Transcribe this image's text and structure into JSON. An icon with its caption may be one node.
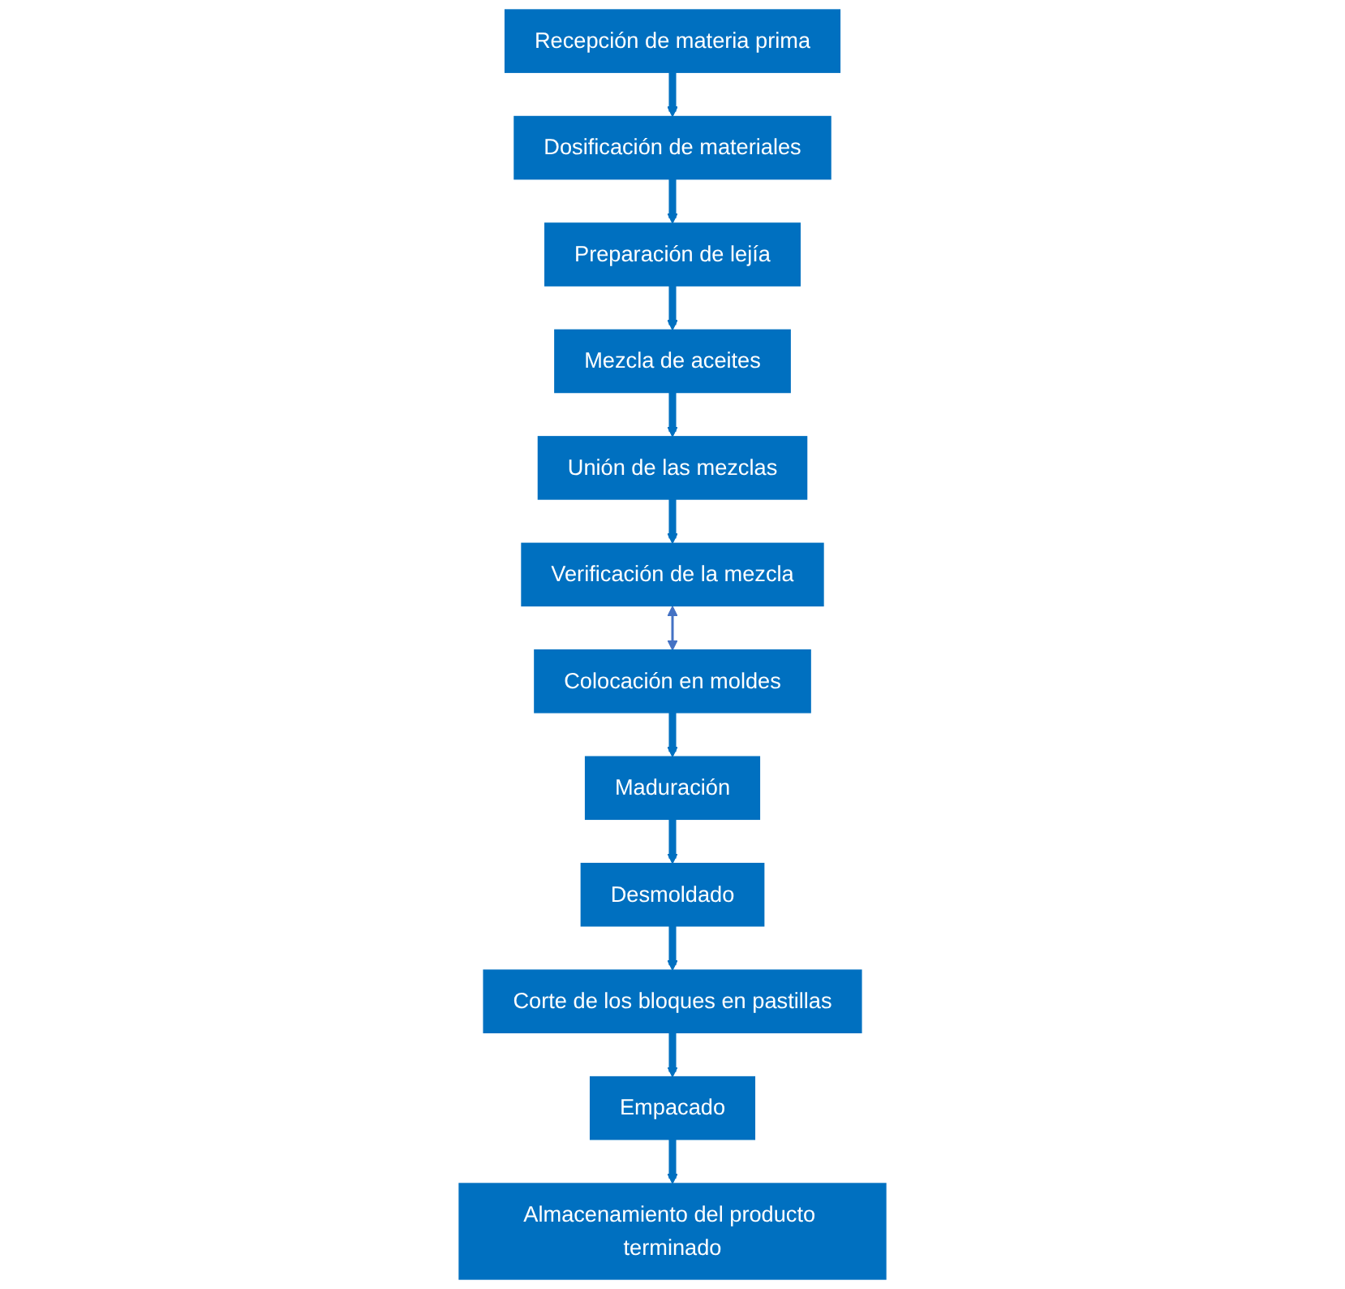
{
  "diagram": {
    "nodes": [
      {
        "text": [
          "Recepción de materia prima"
        ]
      },
      {
        "text": [
          "Dosificación de materiales"
        ]
      },
      {
        "text": [
          "Preparación de lejía"
        ]
      },
      {
        "text": [
          "Mezcla de aceites"
        ]
      },
      {
        "text": [
          "Unión de las mezclas"
        ]
      },
      {
        "text": [
          "Verificación de la mezcla"
        ]
      },
      {
        "text": [
          "Colocación en moldes"
        ]
      },
      {
        "text": [
          "Maduración"
        ]
      },
      {
        "text": [
          "Desmoldado"
        ]
      },
      {
        "text": [
          "Corte de los bloques en pastillas"
        ]
      },
      {
        "text": [
          "Empacado"
        ]
      },
      {
        "text": [
          "Almacenamiento del producto terminado"
        ]
      }
    ],
    "edges": [
      {
        "from": 0,
        "to": 1,
        "arrow": "to"
      },
      {
        "from": 1,
        "to": 2,
        "arrow": "to"
      },
      {
        "from": 2,
        "to": 3,
        "arrow": "to"
      },
      {
        "from": 3,
        "to": 4,
        "arrow": "to"
      },
      {
        "from": 4,
        "to": 5,
        "arrow": "to"
      },
      {
        "from": 5,
        "to": 6,
        "arrow": "both",
        "color": "#4472c4"
      },
      {
        "from": 6,
        "to": 7,
        "arrow": "to"
      },
      {
        "from": 7,
        "to": 8,
        "arrow": "to"
      },
      {
        "from": 8,
        "to": 9,
        "arrow": "to"
      },
      {
        "from": 9,
        "to": 10,
        "arrow": "to"
      },
      {
        "from": 10,
        "to": 11,
        "arrow": "to"
      }
    ]
  }
}
